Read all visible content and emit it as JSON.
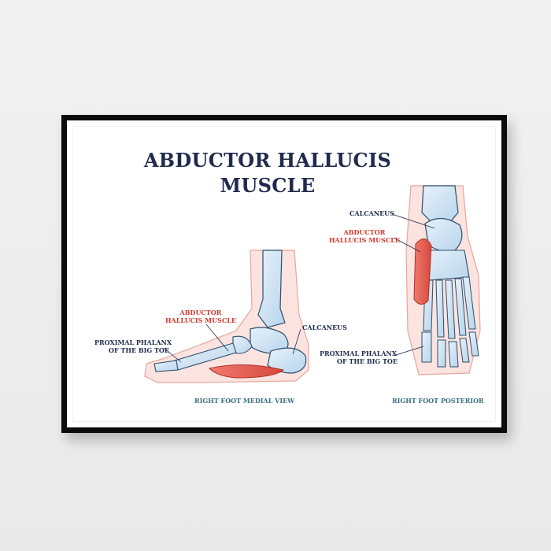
{
  "title_line1": "ABDUCTOR HALLUCIS",
  "title_line2": "MUSCLE",
  "left_view": {
    "label_muscle_line1": "ABDUCTOR",
    "label_muscle_line2": "HALLUCIS MUSCLE",
    "label_phalanx_line1": "PROXIMAL PHALANX",
    "label_phalanx_line2": "OF THE BIG TOE",
    "label_calcaneus": "CALCANEUS",
    "caption": "RIGHT FOOT MEDIAL VIEW"
  },
  "right_view": {
    "label_calcaneus": "CALCANEUS",
    "label_muscle_line1": "ABDUCTOR",
    "label_muscle_line2": "HALLUCIS MUSCLE",
    "label_phalanx_line1": "PROXIMAL PHALANX",
    "label_phalanx_line2": "OF THE BIG TOE",
    "caption": "RIGHT FOOT POSTERIOR"
  },
  "colors": {
    "title": "#1f2a4d",
    "label_dark": "#1f2a4d",
    "label_red": "#d3392f",
    "caption": "#3c6f80",
    "bone": "#cfe3f3",
    "bone_outline": "#2d4f6d",
    "skin": "#f7d2cc",
    "muscle": "#e5574e"
  }
}
